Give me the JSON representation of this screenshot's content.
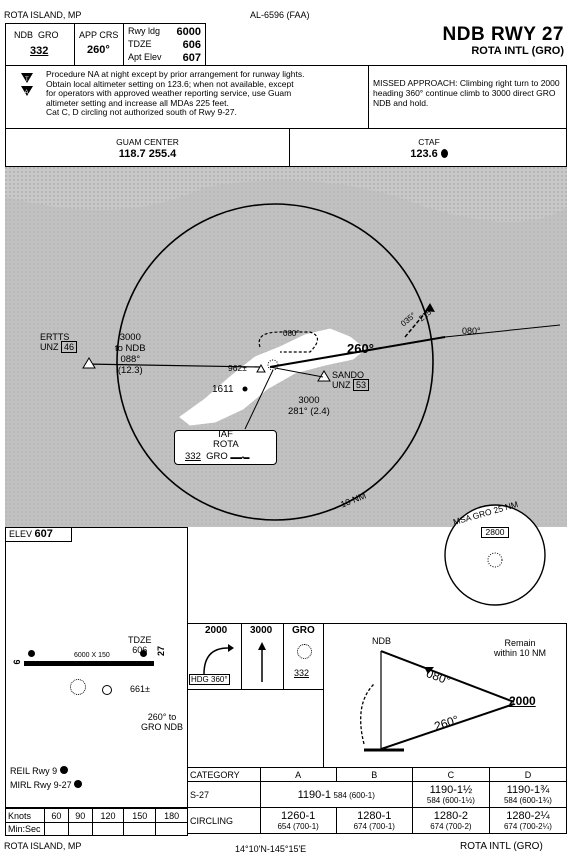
{
  "header": {
    "location": "ROTA ISLAND, MP",
    "chart_id": "AL-6596 (FAA)",
    "title": "NDB RWY 27",
    "airport": "ROTA INTL (GRO)"
  },
  "briefing": {
    "ndb_label": "NDB",
    "ndb_id": "GRO",
    "ndb_freq": "332",
    "app_crs_label": "APP CRS",
    "app_crs": "260°",
    "rwy_ldg_label": "Rwy ldg",
    "rwy_ldg": "6000",
    "tdze_label": "TDZE",
    "tdze": "606",
    "apt_elev_label": "Apt Elev",
    "apt_elev": "607"
  },
  "notes": {
    "line1": "Procedure NA at night except by prior arrangement for runway lights.",
    "line2": "Obtain local altimeter setting on 123.6; when not available, except",
    "line3": "for operators with approved weather reporting service, use Guam",
    "line4": "altimeter setting and increase all MDAs 225 feet.",
    "line5": "Cat C, D circling not authorized south of Rwy 9-27.",
    "missed_approach": "MISSED APPROACH: Climbing right turn to 2000 heading 360° continue climb to 3000 direct GRO NDB and hold."
  },
  "comms": {
    "guam_label": "GUAM CENTER",
    "guam_freq": "118.7  255.4",
    "ctaf_label": "CTAF",
    "ctaf_freq": "123.6"
  },
  "plan": {
    "ertts": "ERTTS",
    "ertts_unz": "UNZ",
    "ertts_unz_val": "46",
    "ertts_alt": "3000",
    "ertts_to": "to NDB",
    "ertts_crs": "088°",
    "ertts_dist": "(12.3)",
    "hold_crs": "080°",
    "ob_962": "962±",
    "ob_1611": "1611",
    "crs_260": "260°",
    "crs_080": "080°",
    "crs_035": "035°",
    "crs_215": "215°",
    "sando": "SANDO",
    "sando_unz": "UNZ",
    "sando_unz_val": "53",
    "sando_alt": "3000",
    "sando_crs": "281° (2.4)",
    "iaf": "IAF",
    "iaf_name": "ROTA",
    "iaf_freq": "332",
    "iaf_id": "GRO",
    "nm10": "10 NM",
    "msa_title": "MSA GRO 25 NM",
    "msa_alt": "2800"
  },
  "airport_sketch": {
    "elev_label": "ELEV",
    "elev": "607",
    "tdze_label": "TDZE",
    "tdze": "606",
    "rwy_dims": "6000 X 150",
    "rwy_27": "27",
    "rwy_9": "9",
    "ob_661": "661±",
    "to_ndb1": "260° to",
    "to_ndb2": "GRO NDB",
    "reil": "REIL Rwy 9",
    "mirl": "MIRL Rwy 9-27"
  },
  "missed_icons": {
    "alt1": "2000",
    "hdg": "HDG 360°",
    "alt2": "3000",
    "gro": "GRO",
    "gro_freq": "332"
  },
  "profile": {
    "ndb": "NDB",
    "remain1": "Remain",
    "remain2": "within 10 NM",
    "crs_080": "080°",
    "alt": "2000",
    "crs_260": "260°"
  },
  "minima": {
    "headers": [
      "CATEGORY",
      "A",
      "B",
      "C",
      "D"
    ],
    "s27_label": "S-27",
    "s27_ab_main": "1190-1",
    "s27_ab_sub": "584 (600-1)",
    "s27_c_main": "1190-1½",
    "s27_c_sub": "584 (600-1½)",
    "s27_d_main": "1190-1¾",
    "s27_d_sub": "584 (600-1¾)",
    "circ_label": "CIRCLING",
    "circ_a_main": "1260-1",
    "circ_a_sub": "654 (700-1)",
    "circ_b_main": "1280-1",
    "circ_b_sub": "674 (700-1)",
    "circ_c_main": "1280-2",
    "circ_c_sub": "674 (700-2)",
    "circ_d_main": "1280-2¼",
    "circ_d_sub": "674 (700-2¼)"
  },
  "timing": {
    "knots_label": "Knots",
    "speeds": [
      "60",
      "90",
      "120",
      "150",
      "180"
    ],
    "minsec_label": "Min:Sec"
  },
  "footer": {
    "location": "ROTA ISLAND, MP",
    "coords": "14°10'N-145°15'E",
    "airport": "ROTA INTL (GRO)"
  }
}
